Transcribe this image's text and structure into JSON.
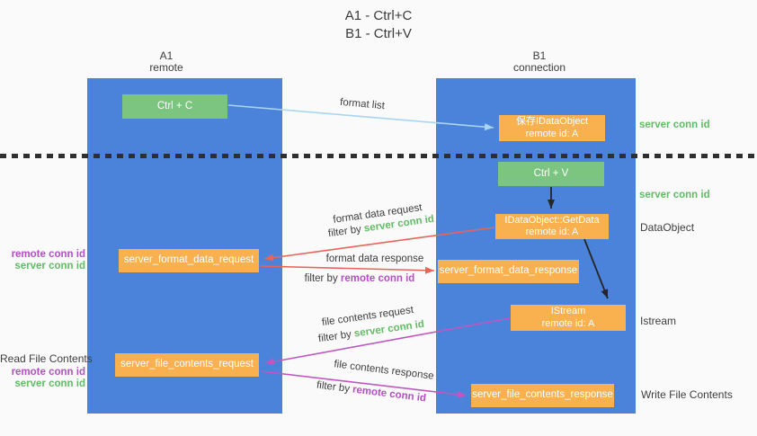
{
  "title": {
    "line1": "A1 - Ctrl+C",
    "line2": "B1 - Ctrl+V"
  },
  "lifelines": {
    "a1": {
      "name": "A1",
      "role": "remote"
    },
    "b1": {
      "name": "B1",
      "role": "connection"
    }
  },
  "nodes": {
    "ctrl_c": {
      "label": "Ctrl + C"
    },
    "save_dataobject": {
      "line1": "保存IDataObject",
      "line2": "remote id: A"
    },
    "ctrl_v": {
      "label": "Ctrl + V"
    },
    "getdata": {
      "line1": "IDataObject::GetData",
      "line2": "remote id: A"
    },
    "format_request": {
      "label": "server_format_data_request"
    },
    "format_response": {
      "label": "server_format_data_response"
    },
    "istream": {
      "line1": "IStream",
      "line2": "remote id: A"
    },
    "file_request": {
      "label": "server_file_contents_request"
    },
    "file_response": {
      "label": "server_file_contents_response"
    }
  },
  "edge_labels": {
    "format_list": "format list",
    "format_data_request": "format data request",
    "format_data_response": "format data response",
    "file_contents_request": "file contents request",
    "file_contents_response": "file contents response",
    "filter_by": "filter by ",
    "server_conn_id": "server conn id",
    "remote_conn_id": "remote conn id"
  },
  "side_labels": {
    "server_conn_id": "server conn id",
    "remote_conn_id": "remote conn id",
    "dataobject": "DataObject",
    "istream": "Istream",
    "read_file_contents": "Read File Contents",
    "write_file_contents": "Write File Contents"
  },
  "colors": {
    "background": "#fafafa",
    "lifeline_blue": "#4c83da",
    "green_box": "#7cc580",
    "orange_box": "#f9b04f",
    "arrow_lightblue": "#a9d5f2",
    "arrow_red": "#e8645a",
    "arrow_magenta": "#c156c1",
    "arrow_black": "#262626",
    "text_green": "#62bc66",
    "text_purple": "#b44fc6",
    "text_dark": "#3e3e3e",
    "dotted_line": "#2f2f2f"
  }
}
